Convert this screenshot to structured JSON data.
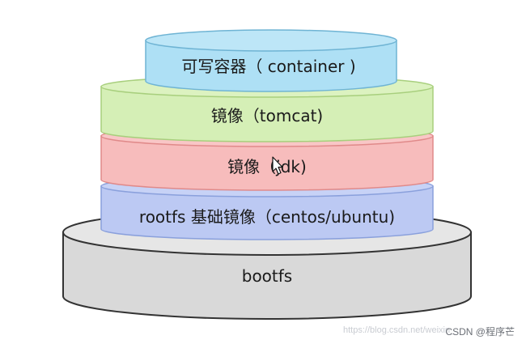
{
  "diagram": {
    "layers": [
      {
        "id": "bootfs",
        "label": "bootfs",
        "fill": "#d9d9d9",
        "top_fill": "#e6e6e6",
        "stroke": "#333333"
      },
      {
        "id": "base",
        "label": "rootfs 基础镜像（centos/ubuntu)",
        "fill": "#bcc9f3",
        "top_fill": "#c7d2f6",
        "stroke": "#8aa0dc"
      },
      {
        "id": "jdk",
        "label": "镜像（jdk)",
        "fill": "#f7bcbc",
        "top_fill": "#f9c6c6",
        "stroke": "#e08a8a"
      },
      {
        "id": "tomcat",
        "label": "镜像（tomcat)",
        "fill": "#d5efb6",
        "top_fill": "#dcf2c0",
        "stroke": "#a8cf7d"
      },
      {
        "id": "container",
        "label": "可写容器（ container )",
        "fill": "#aee0f5",
        "top_fill": "#bde6f7",
        "stroke": "#6fb4d4"
      }
    ]
  },
  "watermark": {
    "faint": "https://blog.csdn.net/weixin_",
    "credit": "CSDN @程序芒"
  }
}
